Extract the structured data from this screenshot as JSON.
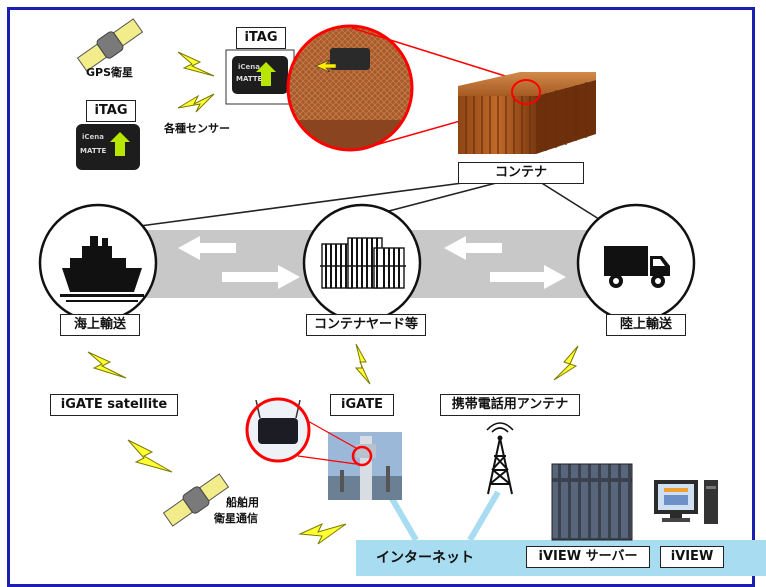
{
  "labels": {
    "gps_satellite": "GPS衛星",
    "itag_top": "iTAG",
    "itag_left": "iTAG",
    "sensors": "各種センサー",
    "container": "コンテナ",
    "sea_transport": "海上輸送",
    "container_yard": "コンテナヤード等",
    "land_transport": "陸上輸送",
    "igate_satellite": "iGATE satellite",
    "igate": "iGATE",
    "mobile_antenna": "携帯電話用アンテナ",
    "ship_sat_comm_line1": "船舶用",
    "ship_sat_comm_line2": "衛星通信",
    "internet": "インターネット",
    "iview_server": "iVIEW サーバー",
    "iview": "iVIEW"
  },
  "device_text": {
    "brand": "iCena",
    "model": "MATTE"
  },
  "colors": {
    "frame_border": "#1a1fb0",
    "lightning_fill": "#ffff33",
    "lightning_stroke": "#7a7a00",
    "magnifier_ring": "#ff0000",
    "internet_band": "#a8dcf0",
    "road_band": "#c8c8c8",
    "container_rust": "#b25a1c",
    "tag_arrow": "#b8e600"
  }
}
